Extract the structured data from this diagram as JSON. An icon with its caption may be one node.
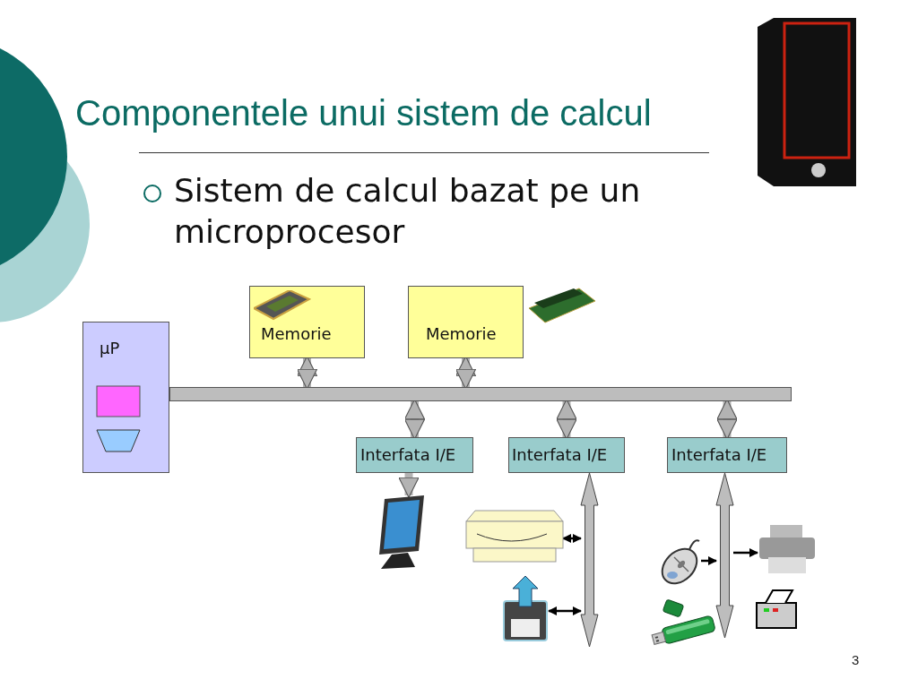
{
  "diagram": {
    "title": "Componentele unui sistem de calcul",
    "nodes": [
      {
        "text": [
          "µP"
        ]
      },
      {
        "text": [
          "Memorie"
        ]
      },
      {
        "text": [
          "Memorie"
        ]
      },
      {
        "text": [],
        "shape": "bar"
      },
      {
        "text": [
          "Interfata I/E"
        ]
      },
      {
        "text": [
          "Interfata I/E"
        ]
      },
      {
        "text": [
          "Interfata I/E"
        ]
      },
      {
        "text": [],
        "shape": "picture"
      },
      {
        "text": [],
        "shape": "picture"
      },
      {
        "text": [],
        "shape": "picture"
      },
      {
        "text": [],
        "shape": "picture"
      },
      {
        "text": [],
        "shape": "picture"
      },
      {
        "text": [],
        "shape": "picture"
      },
      {
        "text": [],
        "shape": "picture"
      },
      {
        "text": [],
        "shape": "bar"
      },
      {
        "text": [],
        "shape": "bar"
      }
    ],
    "edges": [
      {
        "from": 1,
        "to": 3,
        "arrow": "both"
      },
      {
        "from": 2,
        "to": 3,
        "arrow": "both"
      },
      {
        "from": 3,
        "to": 4,
        "arrow": "both"
      },
      {
        "from": 3,
        "to": 5,
        "arrow": "both"
      },
      {
        "from": 3,
        "to": 6,
        "arrow": "both"
      },
      {
        "from": 4,
        "to": 7,
        "arrow": "to"
      },
      {
        "from": 8,
        "to": 14,
        "arrow": "both",
        "color": "#000000"
      },
      {
        "from": 9,
        "to": 14,
        "arrow": "both",
        "color": "#000000"
      },
      {
        "from": 10,
        "to": 15,
        "arrow": "to",
        "color": "#000000"
      },
      {
        "from": 15,
        "to": 11,
        "arrow": "to",
        "color": "#000000"
      }
    ],
    "labels": [
      "Sistem de calcul bazat pe un microprocesor",
      "3"
    ]
  }
}
